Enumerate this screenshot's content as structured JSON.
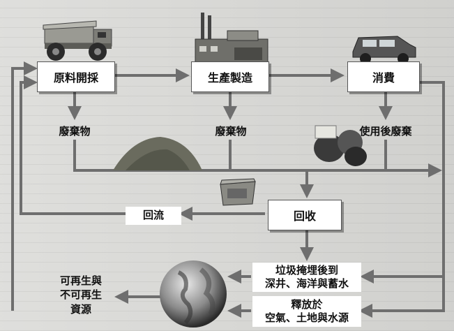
{
  "nodes": {
    "mining": "原料開採",
    "production": "生產製造",
    "consumption": "消費",
    "waste1": "廢棄物",
    "waste2": "廢棄物",
    "post_waste": "使用後廢棄",
    "recycle": "回收",
    "reflow": "回流",
    "landfill": "垃圾掩埋後到\n深井、海洋與蓄水",
    "release": "釋放於\n空氣、土地與水源",
    "resources": "可再生與\n不可再生\n資源"
  },
  "icons": {
    "truck": "mining-truck-icon",
    "factory": "factory-icon",
    "car": "suv-car-icon",
    "trash": "garbage-bags-icon",
    "bin": "recycle-bin-icon",
    "globe": "earth-globe-icon",
    "pile": "waste-pile-icon"
  }
}
